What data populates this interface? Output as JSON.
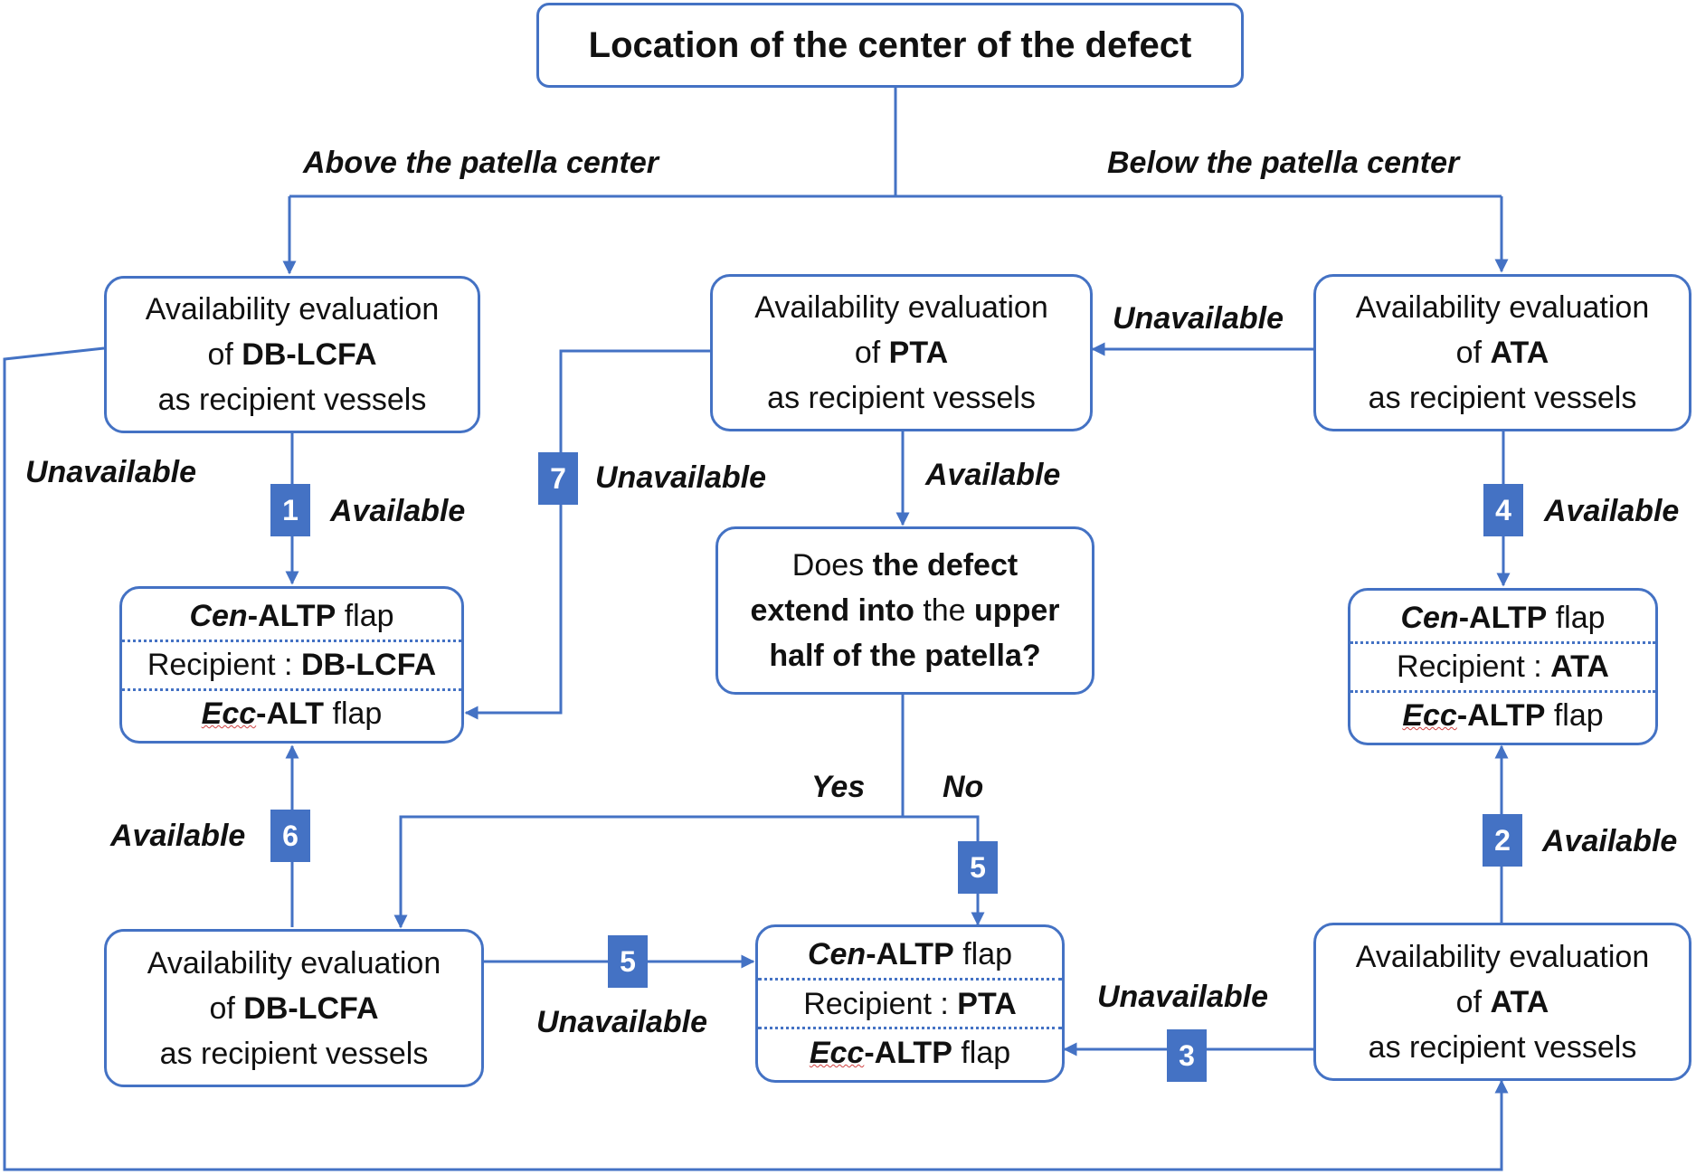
{
  "title": "Location of the center of the defect",
  "branches": {
    "above": "Above the patella center",
    "below": "Below the patella center"
  },
  "eval": {
    "line1": "Availability evaluation",
    "of": "of",
    "line3": "as recipient vessels",
    "db_lcfa": "DB-LCFA",
    "pta": "PTA",
    "ata": "ATA"
  },
  "question": {
    "does": "Does",
    "the_defect": "the defect",
    "extend_into": "extend into",
    "the": "the",
    "upper": "upper",
    "half": "half of the patella?"
  },
  "flap": {
    "cen": "Cen",
    "altp": "-ALTP",
    "alt": "-ALT",
    "flap_word": "flap",
    "recipient": "Recipient :",
    "ecc": "Ecc"
  },
  "labels": {
    "available": "Available",
    "unavailable": "Unavailable",
    "yes": "Yes",
    "no": "No"
  },
  "badges": [
    "1",
    "2",
    "3",
    "4",
    "5",
    "5",
    "6",
    "7"
  ],
  "colors": {
    "accent": "#4472c4"
  }
}
